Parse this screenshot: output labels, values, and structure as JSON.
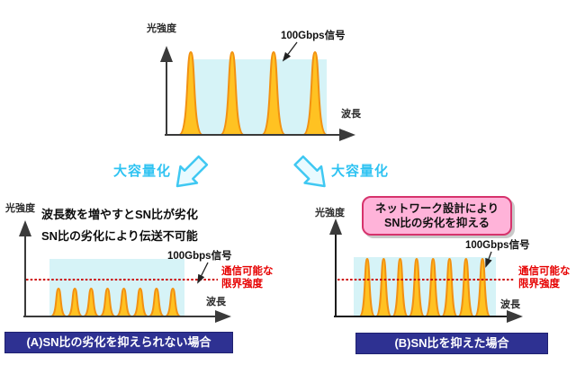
{
  "colors": {
    "accent_cyan": "#2fc3f2",
    "band_cyan": "#d6f3f7",
    "peak_fill": "#ffc222",
    "peak_stroke": "#f29111",
    "limit_red": "#cc0000",
    "caption_bg": "#2e3192",
    "callout_bg": "#ffb3d9",
    "callout_border": "#d6336c"
  },
  "top_chart": {
    "y_label": "光強度",
    "x_label": "波長",
    "signal_label": "100Gbps信号"
  },
  "transition": {
    "left_label": "大容量化",
    "right_label": "大容量化"
  },
  "left_panel": {
    "y_label": "光強度",
    "x_label": "波長",
    "note_line1": "波長数を増やすとSN比が劣化",
    "note_line2": "SN比の劣化により伝送不可能",
    "signal_label": "100Gbps信号",
    "limit_line1": "通信可能な",
    "limit_line2": "限界強度",
    "caption": "(A)SN比の劣化を抑えられない場合"
  },
  "right_panel": {
    "y_label": "光強度",
    "x_label": "波長",
    "callout_line1": "ネットワーク設計により",
    "callout_line2": "SN比の劣化を抑える",
    "signal_label": "100Gbps信号",
    "limit_line1": "通信可能な",
    "limit_line2": "限界強度",
    "caption": "(B)SN比を抑えた場合"
  },
  "chart_data": [
    {
      "id": "top",
      "type": "area",
      "x_label": "波長",
      "y_label": "光強度",
      "signal_label": "100Gbps信号",
      "peak_count": 4,
      "limit_line": false,
      "peaks_exceed_limit": null
    },
    {
      "id": "left",
      "type": "area",
      "x_label": "波長",
      "y_label": "光強度",
      "signal_label": "100Gbps信号",
      "peak_count": 8,
      "limit_line": true,
      "peaks_exceed_limit": false
    },
    {
      "id": "right",
      "type": "area",
      "x_label": "波長",
      "y_label": "光強度",
      "signal_label": "100Gbps信号",
      "peak_count": 8,
      "limit_line": true,
      "peaks_exceed_limit": true
    }
  ]
}
